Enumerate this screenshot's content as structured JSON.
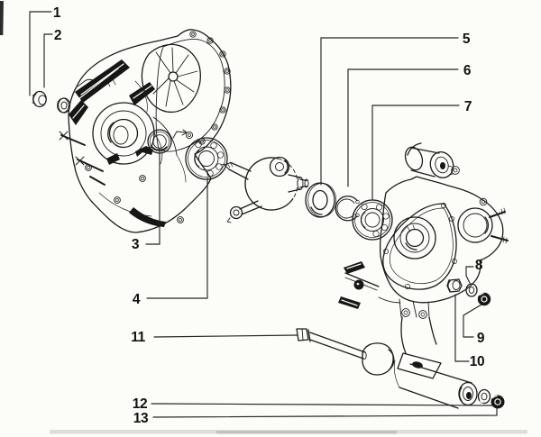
{
  "artwork": {
    "kind": "exploded-parts-diagram-line-art",
    "paper_color": "#fcfcf9",
    "ink_color": "#1c1c1c",
    "callouts": [
      {
        "label": "1"
      },
      {
        "label": "2"
      },
      {
        "label": "3"
      },
      {
        "label": "4"
      },
      {
        "label": "5"
      },
      {
        "label": "6"
      },
      {
        "label": "7"
      },
      {
        "label": "8"
      },
      {
        "label": "9"
      },
      {
        "label": "10"
      },
      {
        "label": "11"
      },
      {
        "label": "12"
      },
      {
        "label": "13"
      }
    ]
  }
}
